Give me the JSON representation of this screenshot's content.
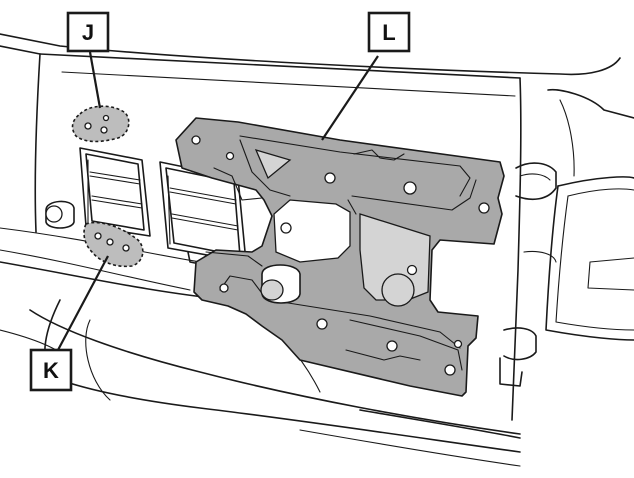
{
  "callouts": {
    "j": {
      "label": "J"
    },
    "k": {
      "label": "K"
    },
    "l": {
      "label": "L"
    }
  },
  "colors": {
    "line": "#1a1a1a",
    "bracket_fill": "#a9a9a9",
    "background": "#ffffff"
  }
}
